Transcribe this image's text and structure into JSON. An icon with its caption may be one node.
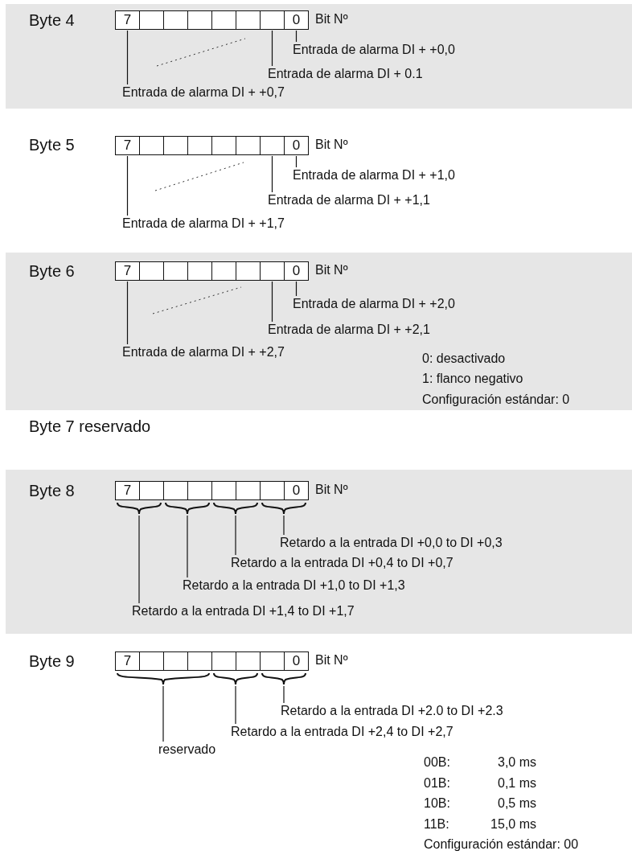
{
  "diagram": {
    "nodes": [
      {
        "text": [
          "Byte 4"
        ]
      },
      {
        "text": [
          "7"
        ],
        "in": 0
      },
      {
        "text": [],
        "shape": "box",
        "in": 0
      },
      {
        "text": [],
        "shape": "box",
        "in": 0
      },
      {
        "text": [],
        "shape": "box",
        "in": 0
      },
      {
        "text": [],
        "shape": "box",
        "in": 0
      },
      {
        "text": [],
        "shape": "box",
        "in": 0
      },
      {
        "text": [],
        "shape": "box",
        "in": 0
      },
      {
        "text": [
          "0"
        ],
        "in": 0
      },
      {
        "text": [
          "Entrada de alarma DI + +0,0"
        ],
        "in": 0
      },
      {
        "text": [
          "Entrada de alarma DI + 0.1"
        ],
        "in": 0
      },
      {
        "text": [
          "Entrada de alarma DI + +0,7"
        ],
        "in": 0
      },
      {
        "text": [
          "7"
        ]
      },
      {
        "text": [],
        "shape": "box"
      },
      {
        "text": [],
        "shape": "box"
      },
      {
        "text": [],
        "shape": "box"
      },
      {
        "text": [],
        "shape": "box"
      },
      {
        "text": [],
        "shape": "box"
      },
      {
        "text": [],
        "shape": "box"
      },
      {
        "text": [
          "0"
        ]
      },
      {
        "text": [
          "Entrada de alarma DI + +1,0"
        ]
      },
      {
        "text": [
          "Entrada de alarma DI + +1,1"
        ]
      },
      {
        "text": [
          "Entrada de alarma DI + +1,7"
        ]
      },
      {
        "text": [
          "Byte 6"
        ]
      },
      {
        "text": [
          "7"
        ],
        "in": 23
      },
      {
        "text": [],
        "shape": "box",
        "in": 23
      },
      {
        "text": [],
        "shape": "box",
        "in": 23
      },
      {
        "text": [],
        "shape": "box",
        "in": 23
      },
      {
        "text": [],
        "shape": "box",
        "in": 23
      },
      {
        "text": [],
        "shape": "box",
        "in": 23
      },
      {
        "text": [],
        "shape": "box",
        "in": 23
      },
      {
        "text": [
          "0"
        ],
        "in": 23
      },
      {
        "text": [
          "Entrada de alarma DI + +2,0"
        ],
        "in": 23
      },
      {
        "text": [
          "Entrada de alarma DI + +2,1"
        ],
        "in": 23
      },
      {
        "text": [
          "Entrada de alarma DI + +2,7"
        ],
        "in": 23
      },
      {
        "text": [
          "Byte 8"
        ]
      },
      {
        "text": [
          "7"
        ],
        "in": 35
      },
      {
        "text": [],
        "shape": "box",
        "in": 35
      },
      {
        "text": [],
        "shape": "box",
        "in": 35
      },
      {
        "text": [],
        "shape": "box",
        "in": 35
      },
      {
        "text": [],
        "shape": "box",
        "in": 35
      },
      {
        "text": [],
        "shape": "box",
        "in": 35
      },
      {
        "text": [],
        "shape": "box",
        "in": 35
      },
      {
        "text": [
          "0"
        ],
        "in": 35
      },
      {
        "text": [],
        "shape": "brace",
        "in": 35
      },
      {
        "text": [],
        "shape": "brace",
        "in": 35
      },
      {
        "text": [],
        "shape": "brace",
        "in": 35
      },
      {
        "text": [],
        "shape": "brace",
        "in": 35
      },
      {
        "text": [
          "Retardo a la entrada DI +0,0 to DI +0,3"
        ],
        "in": 35
      },
      {
        "text": [
          "Retardo a la entrada DI +0,4 to DI +0,7"
        ],
        "in": 35
      },
      {
        "text": [
          "Retardo a la entrada DI +1,0 to DI +1,3"
        ],
        "in": 35
      },
      {
        "text": [
          "Retardo a la entrada DI +1,4 to DI +1,7"
        ],
        "in": 35
      },
      {
        "text": [
          "7"
        ]
      },
      {
        "text": [],
        "shape": "box"
      },
      {
        "text": [],
        "shape": "box"
      },
      {
        "text": [],
        "shape": "box"
      },
      {
        "text": [],
        "shape": "box"
      },
      {
        "text": [],
        "shape": "box"
      },
      {
        "text": [],
        "shape": "box"
      },
      {
        "text": [
          "0"
        ]
      },
      {
        "text": [],
        "shape": "brace"
      },
      {
        "text": [],
        "shape": "brace"
      },
      {
        "text": [],
        "shape": "brace"
      },
      {
        "text": [
          "Retardo a la entrada DI +2.0 to DI +2.3"
        ]
      },
      {
        "text": [
          "Retardo a la entrada DI +2,4 to DI +2,7"
        ]
      },
      {
        "text": [
          "reservado"
        ]
      }
    ],
    "edges": [
      {
        "from": 9,
        "to": 8,
        "arrow": "none"
      },
      {
        "from": 10,
        "to": 7,
        "arrow": "none"
      },
      {
        "from": 11,
        "to": 1,
        "arrow": "none"
      },
      {
        "from": 20,
        "to": 19,
        "arrow": "none"
      },
      {
        "from": 21,
        "to": 18,
        "arrow": "none"
      },
      {
        "from": 22,
        "to": 12,
        "arrow": "none"
      },
      {
        "from": 32,
        "to": 31,
        "arrow": "none"
      },
      {
        "from": 33,
        "to": 30,
        "arrow": "none"
      },
      {
        "from": 34,
        "to": 24,
        "arrow": "none"
      },
      {
        "from": 48,
        "to": 47,
        "arrow": "none"
      },
      {
        "from": 49,
        "to": 46,
        "arrow": "none"
      },
      {
        "from": 50,
        "to": 45,
        "arrow": "none"
      },
      {
        "from": 51,
        "to": 44,
        "arrow": "none"
      },
      {
        "from": 63,
        "to": 62,
        "arrow": "none"
      },
      {
        "from": 64,
        "to": 61,
        "arrow": "none"
      },
      {
        "from": 65,
        "to": 60,
        "arrow": "none"
      }
    ],
    "labels": [
      "Bit Nº",
      "Byte 5",
      "Bit Nº",
      "Bit Nº",
      "0: desactivado",
      "1: flanco negativo",
      "Configuración estándar: 0",
      "Byte 7 reservado",
      "Bit Nº",
      "Byte 9",
      "Bit Nº",
      "00B:",
      "3,0 ms",
      "01B:",
      "0,1 ms",
      "10B:",
      "0,5 ms",
      "11B:",
      "15,0 ms",
      "Configuración estándar: 00"
    ]
  }
}
